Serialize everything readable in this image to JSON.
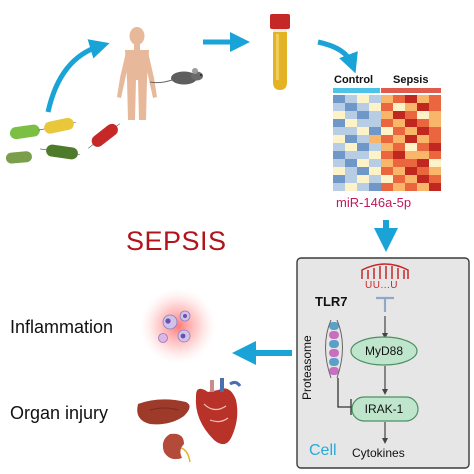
{
  "title": "SEPSIS",
  "heatmap": {
    "column_groups": [
      "Control",
      "Sepsis"
    ],
    "group_bar_colors": [
      "#4ec3e8",
      "#e05a4e"
    ],
    "palette": [
      "#2e5fa8",
      "#6f97c8",
      "#b7cde4",
      "#fdf2c8",
      "#f9b56a",
      "#e9663f",
      "#c0271f"
    ],
    "grid": [
      [
        1,
        2,
        3,
        2,
        4,
        5,
        6,
        4,
        5
      ],
      [
        2,
        1,
        2,
        3,
        5,
        3,
        4,
        6,
        5
      ],
      [
        3,
        2,
        1,
        2,
        4,
        6,
        5,
        3,
        4
      ],
      [
        1,
        3,
        2,
        2,
        5,
        4,
        6,
        5,
        4
      ],
      [
        2,
        2,
        3,
        1,
        3,
        5,
        4,
        6,
        5
      ],
      [
        3,
        1,
        2,
        4,
        5,
        4,
        6,
        4,
        5
      ],
      [
        2,
        3,
        1,
        2,
        4,
        5,
        3,
        5,
        6
      ],
      [
        1,
        2,
        2,
        3,
        5,
        6,
        4,
        4,
        5
      ],
      [
        2,
        1,
        3,
        2,
        4,
        5,
        5,
        6,
        3
      ],
      [
        3,
        2,
        1,
        3,
        5,
        4,
        6,
        5,
        4
      ],
      [
        1,
        2,
        3,
        2,
        3,
        5,
        4,
        6,
        5
      ],
      [
        2,
        3,
        2,
        1,
        5,
        4,
        5,
        4,
        6
      ]
    ]
  },
  "mirna": "miR-146a-5p",
  "outcomes": {
    "inflammation": "Inflammation",
    "organ_injury": "Organ injury"
  },
  "cell_panel": {
    "rna_sequence": "UU...U",
    "receptor": "TLR7",
    "degradation": "Proteasome",
    "adaptor": "MyD88",
    "kinase": "IRAK-1",
    "output": "Cytokines",
    "compartment": "Cell"
  },
  "colors": {
    "arrow": "#1aa3d6",
    "title": "#b1141a",
    "mirna": "#c2185b",
    "cell_bg": "#e6e6e6",
    "node_fill": "#bfe6cc",
    "node_border": "#4c8f63",
    "cell_text": "#29a9d8"
  }
}
